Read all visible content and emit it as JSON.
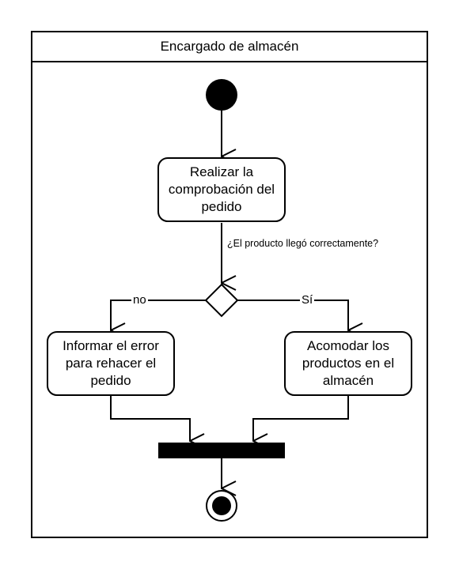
{
  "lane": {
    "title": "Encargado de almacén"
  },
  "nodes": {
    "check": "Realizar la\ncomprobación del\npedido",
    "report": "Informar el error\npara rehacer el\npedido",
    "store": "Acomodar los\nproductos en el\nalmacén"
  },
  "decision": {
    "question": "¿El producto llegó correctamente?",
    "no_label": "no",
    "yes_label": "Sí"
  }
}
